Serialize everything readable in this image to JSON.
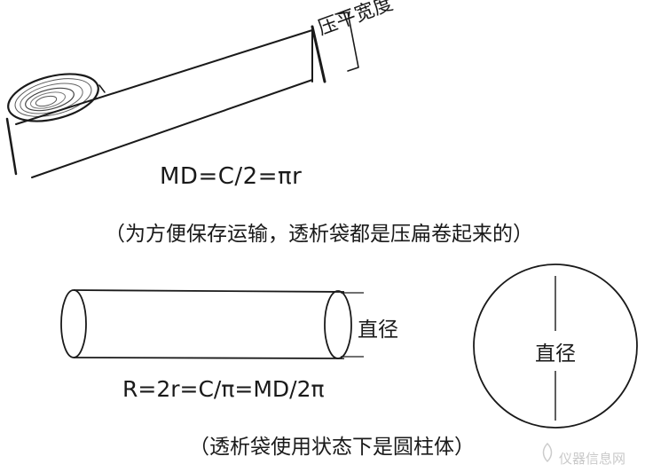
{
  "labels": {
    "flat_width": "压平宽度",
    "flat_formula": "MD=C/2=πr",
    "flat_caption": "（为方便保存运输，透析袋都是压扁卷起来的）",
    "diameter_tube": "直径",
    "diameter_circle": "直径",
    "round_formula": "R=2r=C/π=MD/2π",
    "round_caption": "（透析袋使用状态下是圆柱体）"
  },
  "watermark": {
    "text": "仪器信息网",
    "color": "#cccccc"
  },
  "colors": {
    "stroke": "#1a1a1a",
    "background": "#ffffff"
  }
}
